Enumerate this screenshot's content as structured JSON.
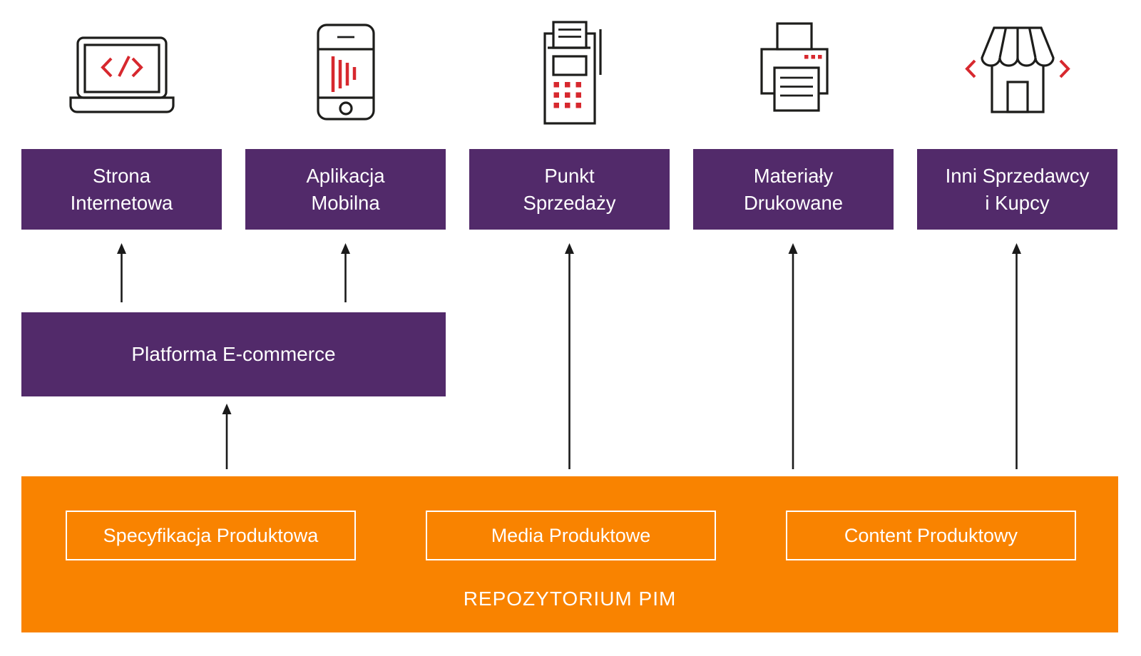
{
  "diagram": {
    "channels": [
      {
        "icon": "laptop-code-icon",
        "label_line1": "Strona",
        "label_line2": "Internetowa"
      },
      {
        "icon": "mobile-app-icon",
        "label_line1": "Aplikacja",
        "label_line2": "Mobilna"
      },
      {
        "icon": "pos-terminal-icon",
        "label_line1": "Punkt",
        "label_line2": "Sprzedaży"
      },
      {
        "icon": "printer-icon",
        "label_line1": "Materiały",
        "label_line2": "Drukowane"
      },
      {
        "icon": "storefront-icon",
        "label_line1": "Inni Sprzedawcy",
        "label_line2": "i Kupcy"
      }
    ],
    "ecommerce_platform": {
      "label": "Platforma E-commerce"
    },
    "pim_repository": {
      "title": "REPOZYTORIUM PIM",
      "modules": [
        "Specyfikacja Produktowa",
        "Media Produktowe",
        "Content Produktowy"
      ]
    },
    "colors": {
      "purple": "#522A6A",
      "orange": "#F98300",
      "accent_red": "#D7282E",
      "icon_ink": "#1D1D1B",
      "text_white": "#FFFFFF"
    }
  }
}
